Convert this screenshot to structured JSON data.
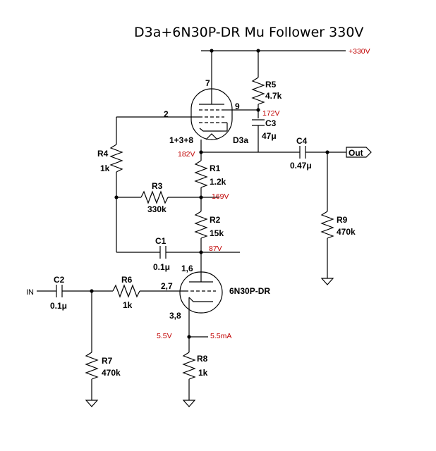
{
  "title": "D3a+6N30P-DR Mu Follower 330V",
  "supply_label": "+330V",
  "input_label": "IN",
  "output_label": "Out",
  "tubes": {
    "upper": {
      "name": "D3a",
      "pin_plate": "7",
      "pin_grid": "2",
      "pin_screen": "9",
      "pin_cathode": "1+3+8"
    },
    "lower": {
      "name": "6N30P-DR",
      "pin_plate": "1,6",
      "pin_grid": "2,7",
      "pin_cathode": "3,8"
    }
  },
  "components": {
    "R1": {
      "name": "R1",
      "value": "1.2k"
    },
    "R2": {
      "name": "R2",
      "value": "15k"
    },
    "R3": {
      "name": "R3",
      "value": "330k"
    },
    "R4": {
      "name": "R4",
      "value": "1k"
    },
    "R5": {
      "name": "R5",
      "value": "4.7k"
    },
    "R6": {
      "name": "R6",
      "value": "1k"
    },
    "R7": {
      "name": "R7",
      "value": "470k"
    },
    "R8": {
      "name": "R8",
      "value": "1k"
    },
    "R9": {
      "name": "R9",
      "value": "470k"
    },
    "C1": {
      "name": "C1",
      "value": "0.1μ"
    },
    "C2": {
      "name": "C2",
      "value": "0.1μ"
    },
    "C3": {
      "name": "C3",
      "value": "47μ"
    },
    "C4": {
      "name": "C4",
      "value": "0.47μ"
    }
  },
  "voltages": {
    "screen": "172V",
    "cathode_upper": "182V",
    "r1_r2_node": "169V",
    "lower_plate": "87V",
    "lower_cathode": "5.5V",
    "lower_current": "5.5mA"
  },
  "colors": {
    "line": "#000000",
    "annotation": "#c00000"
  }
}
